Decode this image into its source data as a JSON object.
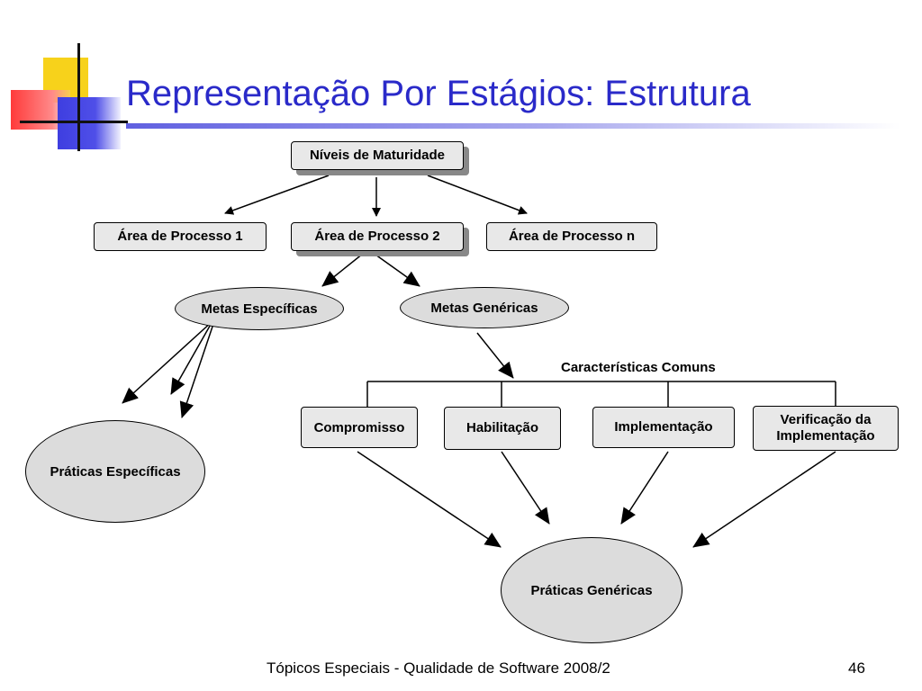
{
  "slide": {
    "title": "Representação Por Estágios: Estrutura",
    "footer_text": "Tópicos Especiais - Qualidade de Software 2008/2",
    "page_number": "46"
  },
  "diagram": {
    "root": "Níveis de Maturidade",
    "process_areas": [
      "Área de Processo 1",
      "Área de Processo 2",
      "Área de Processo n"
    ],
    "specific_goals": "Metas Específicas",
    "generic_goals": "Metas Genéricas",
    "specific_practices": "Práticas Específicas",
    "common_features_label": "Características Comuns",
    "common_features": [
      "Compromisso",
      "Habilitação",
      "Implementação",
      "Verificação da Implementação"
    ],
    "generic_practices": "Práticas Genéricas"
  },
  "colors": {
    "title": "#2a2ac9",
    "box_fill": "#e8e8e8",
    "ellipse_fill": "#dcdcdc"
  }
}
